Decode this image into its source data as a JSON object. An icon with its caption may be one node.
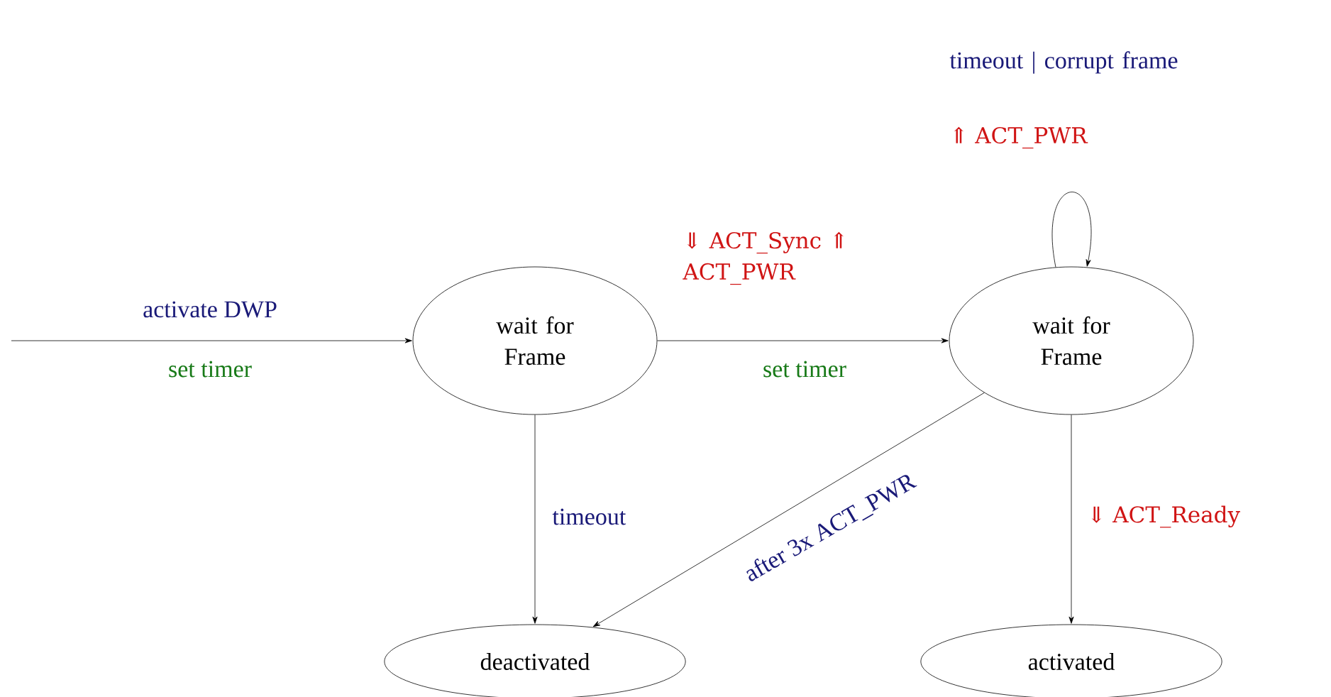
{
  "diagram": {
    "nodes": [
      {
        "text": [
          "wait for Frame"
        ]
      },
      {
        "text": [
          "wait for Frame"
        ]
      },
      {
        "text": [
          "deactivated"
        ]
      },
      {
        "text": [
          "activated"
        ]
      }
    ],
    "edges": [
      {
        "from": null,
        "to": 0,
        "arrow": "to",
        "label": "activate DWP"
      },
      {
        "from": 0,
        "to": 1,
        "arrow": "to",
        "label": "⇓ ACT_Sync ⇑ ACT_PWR"
      },
      {
        "from": 1,
        "to": 1,
        "arrow": "to",
        "label": "timeout | corrupt frame"
      },
      {
        "from": 0,
        "to": 2,
        "arrow": "to",
        "label": "timeout"
      },
      {
        "from": 1,
        "to": 2,
        "arrow": "to",
        "label": "after 3x ACT_PWR"
      },
      {
        "from": 1,
        "to": 3,
        "arrow": "to",
        "label": "⇓ ACT_Ready"
      }
    ],
    "labels": [
      "⇑ ACT_PWR",
      "set timer",
      "set timer"
    ]
  }
}
